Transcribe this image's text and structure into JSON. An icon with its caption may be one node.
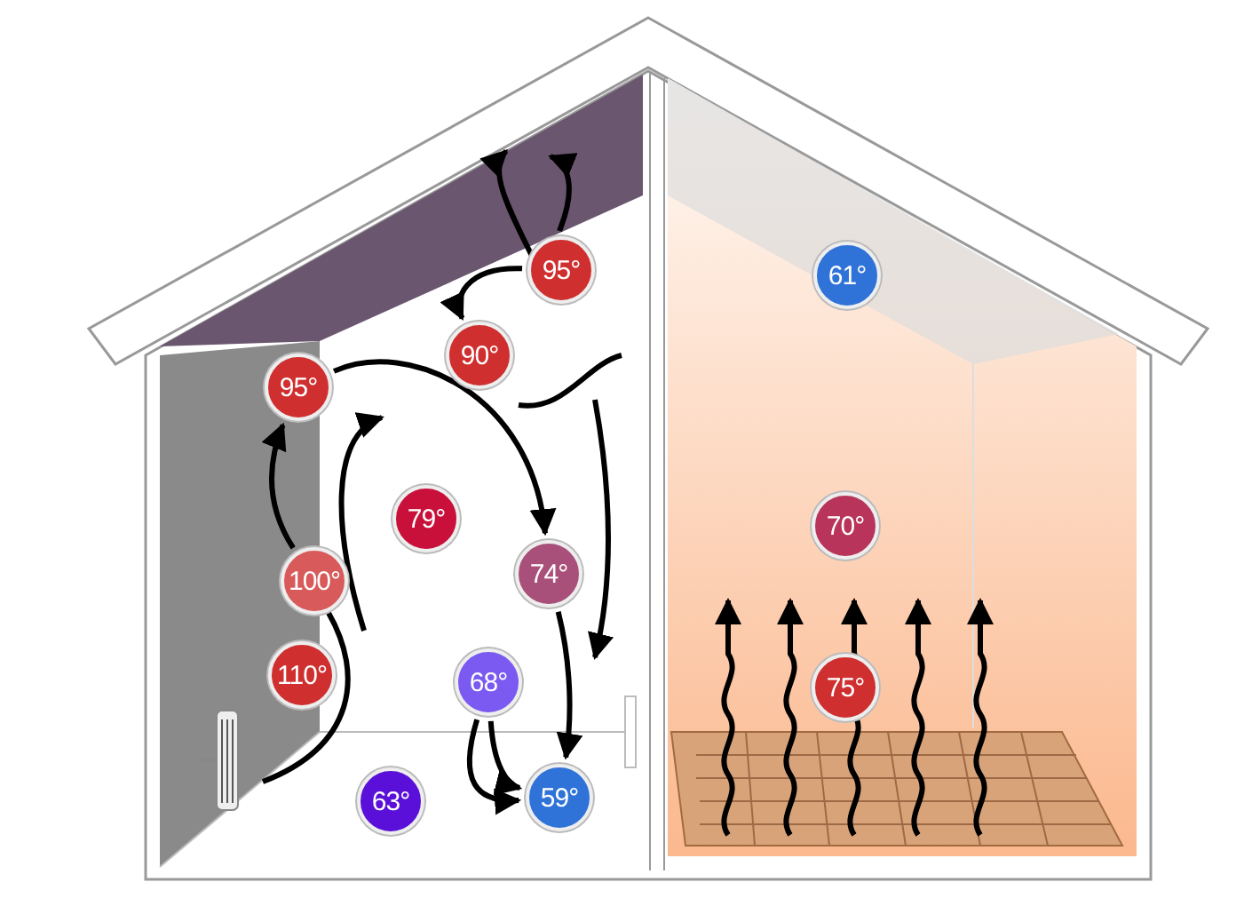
{
  "diagram": {
    "nodes": [
      {
        "text": [
          "95°"
        ]
      },
      {
        "text": [
          "61°"
        ]
      },
      {
        "text": [
          "90°"
        ]
      },
      {
        "text": [
          "95°"
        ]
      },
      {
        "text": [
          "79°"
        ]
      },
      {
        "text": [
          "70°"
        ]
      },
      {
        "text": [
          "100°"
        ]
      },
      {
        "text": [
          "74°"
        ]
      },
      {
        "text": [
          "68°"
        ]
      },
      {
        "text": [
          "110°"
        ]
      },
      {
        "text": [
          "75°"
        ]
      },
      {
        "text": [
          "63°"
        ]
      },
      {
        "text": [
          "59°"
        ]
      }
    ],
    "edges": [
      {
        "from": 0,
        "to": 2,
        "arrow": "to"
      },
      {
        "from": 6,
        "to": 3,
        "arrow": "to"
      },
      {
        "from": 3,
        "to": 7,
        "arrow": "to"
      },
      {
        "from": 7,
        "to": 12,
        "arrow": "to"
      },
      {
        "from": 8,
        "to": 12,
        "arrow": "to"
      },
      {
        "from": 8,
        "to": 12,
        "arrow": "to"
      }
    ]
  }
}
